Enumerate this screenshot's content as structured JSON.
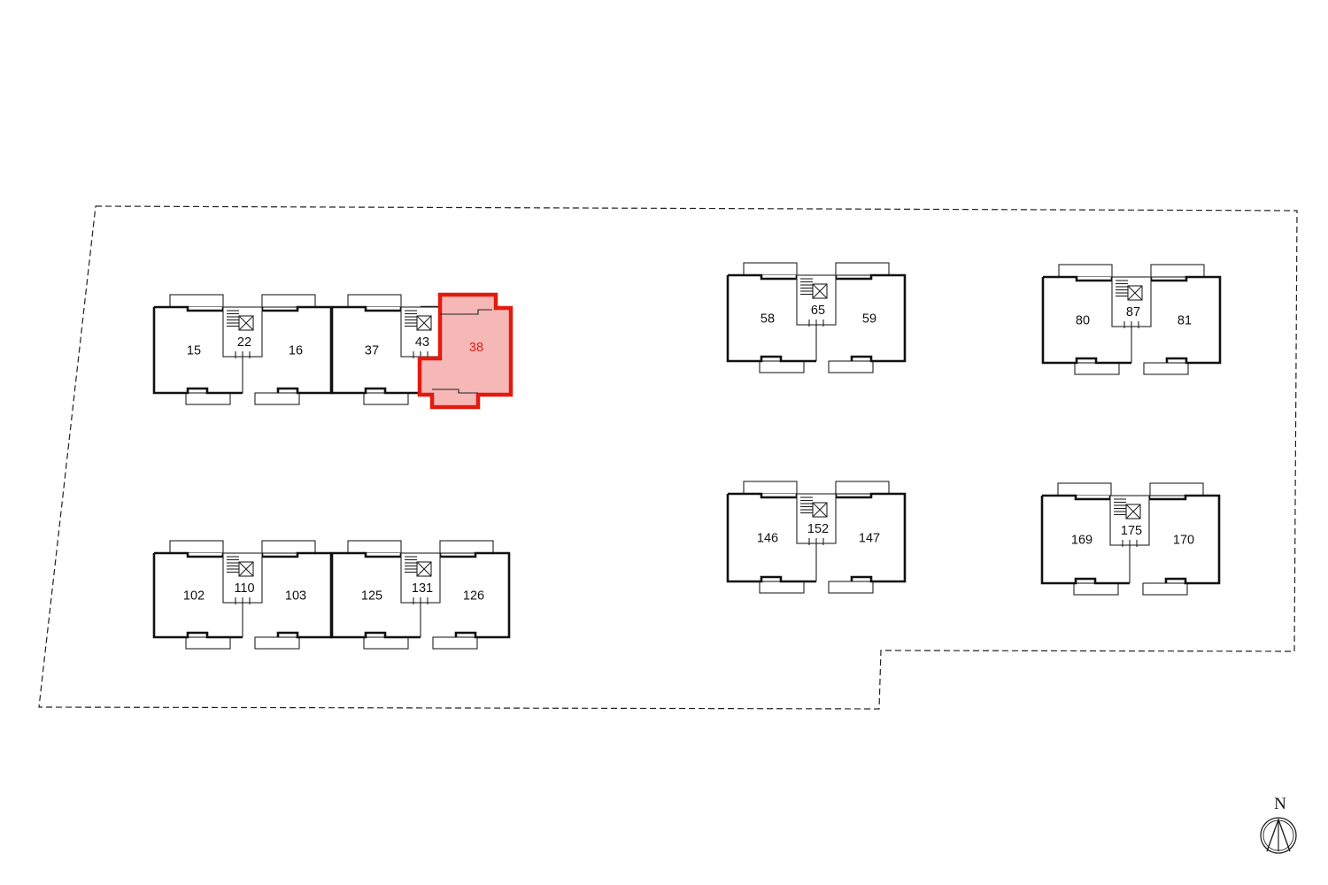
{
  "site_plan": {
    "highlight_color": "#e11b0f",
    "highlight_fill": "#f6b7b7",
    "selected_unit": "38",
    "buildings": [
      {
        "id": "north-west-1",
        "stair": "22",
        "left_unit": "15",
        "right_unit": "16"
      },
      {
        "id": "north-west-2",
        "stair": "43",
        "left_unit": "37",
        "right_unit": "38"
      },
      {
        "id": "south-west-1",
        "stair": "110",
        "left_unit": "102",
        "right_unit": "103"
      },
      {
        "id": "south-west-2",
        "stair": "131",
        "left_unit": "125",
        "right_unit": "126"
      },
      {
        "id": "north-center",
        "stair": "65",
        "left_unit": "58",
        "right_unit": "59"
      },
      {
        "id": "north-east",
        "stair": "87",
        "left_unit": "80",
        "right_unit": "81"
      },
      {
        "id": "south-center",
        "stair": "152",
        "left_unit": "146",
        "right_unit": "147"
      },
      {
        "id": "south-east",
        "stair": "175",
        "left_unit": "169",
        "right_unit": "170"
      }
    ],
    "north_arrow": {
      "label": "N",
      "icon": "north-arrow-icon"
    }
  }
}
